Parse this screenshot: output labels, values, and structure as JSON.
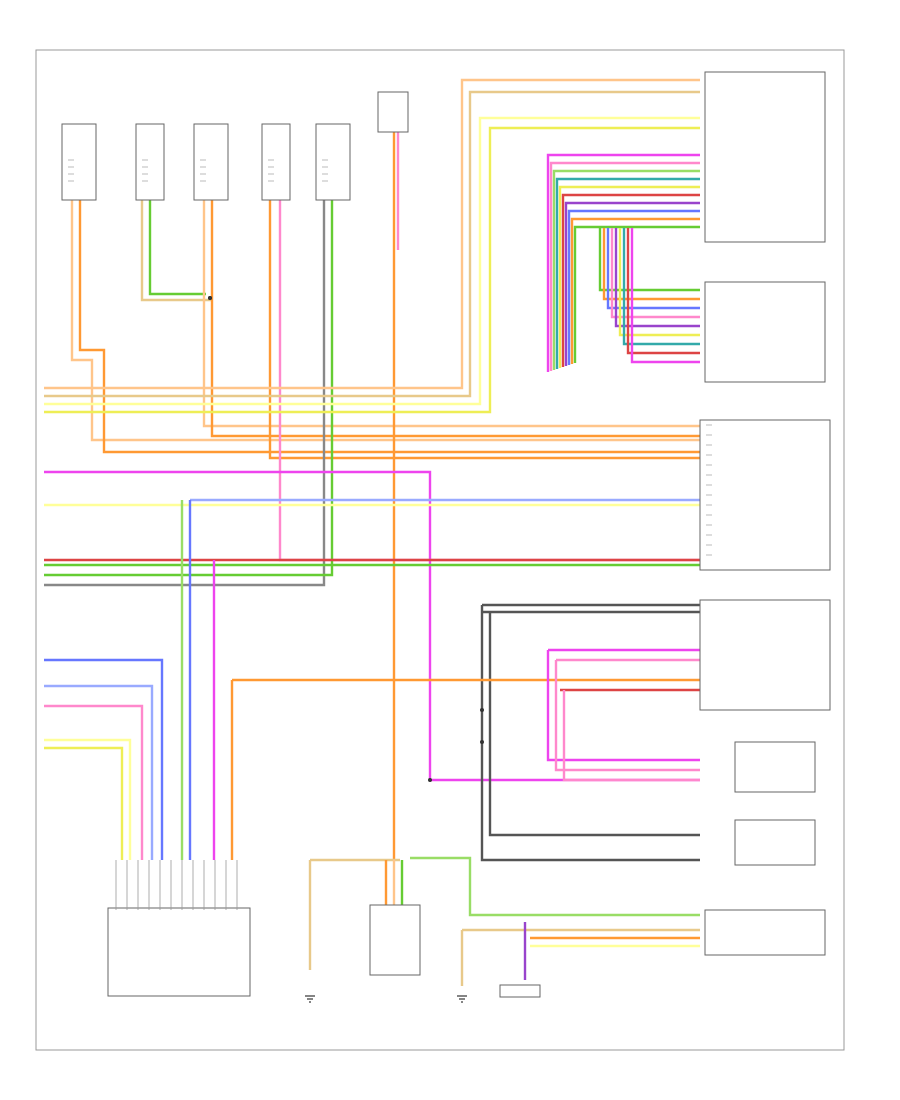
{
  "page_id": "",
  "colors": {
    "orange": "#ff9933",
    "peach": "#ffc58a",
    "tan": "#e8c98a",
    "green": "#66cc33",
    "ltgreen": "#99dd66",
    "blue": "#6677ff",
    "ltblue": "#99aaff",
    "magenta": "#ee44ee",
    "pink": "#ff88cc",
    "red": "#dd4444",
    "yellow": "#eeee55",
    "ltyellow": "#ffff99",
    "gray": "#888888",
    "dkgray": "#555555",
    "purple": "#9944cc",
    "teal": "#33aaaa"
  },
  "icons": [
    "ground-symbol",
    "connector-pin",
    "splice-dot"
  ]
}
